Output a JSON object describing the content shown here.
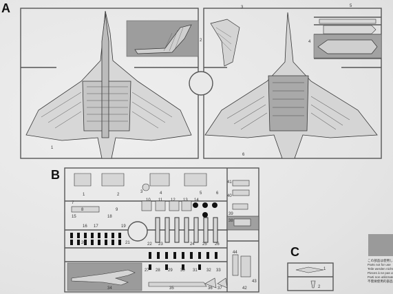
{
  "sections": {
    "a": {
      "letter": "A"
    },
    "b": {
      "letter": "B"
    },
    "c": {
      "letter": "C"
    }
  },
  "part_numbers": {
    "a": [
      "1",
      "2",
      "3",
      "4",
      "5",
      "6"
    ],
    "b": [
      "1",
      "2",
      "3",
      "4",
      "5",
      "6",
      "7",
      "8",
      "9",
      "10",
      "11",
      "12",
      "13",
      "14",
      "15",
      "16",
      "17",
      "18",
      "19",
      "20",
      "21",
      "22",
      "23",
      "24",
      "25",
      "26",
      "27",
      "28",
      "29",
      "30",
      "31",
      "32",
      "33",
      "34",
      "35",
      "36",
      "37",
      "38",
      "39",
      "40",
      "41",
      "42",
      "43",
      "44"
    ],
    "c": [
      "1",
      "2"
    ]
  },
  "legend": {
    "lines": [
      "この部品は使用しません",
      "Parts not for use",
      "Teile werden nicht verwendet",
      "Pieces à ne pas utiliser",
      "Parti non utilizzate",
      "不需要使用的部品"
    ],
    "swatch_color": "#9a9a9a"
  }
}
